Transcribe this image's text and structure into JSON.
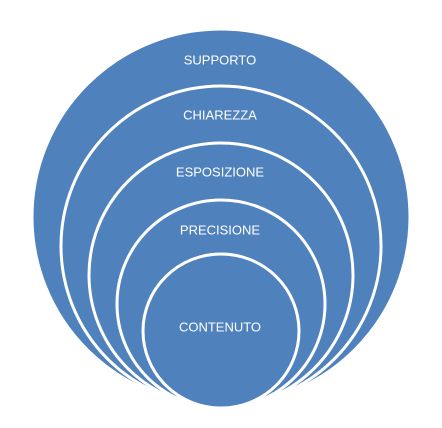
{
  "diagram": {
    "fill_color": "#4F81BD",
    "stroke_color": "#FFFFFF",
    "layers": [
      {
        "label": "SUPPORTO"
      },
      {
        "label": "CHIAREZZA"
      },
      {
        "label": "ESPOSIZIONE"
      },
      {
        "label": "PRECISIONE"
      },
      {
        "label": "CONTENUTO"
      }
    ]
  }
}
